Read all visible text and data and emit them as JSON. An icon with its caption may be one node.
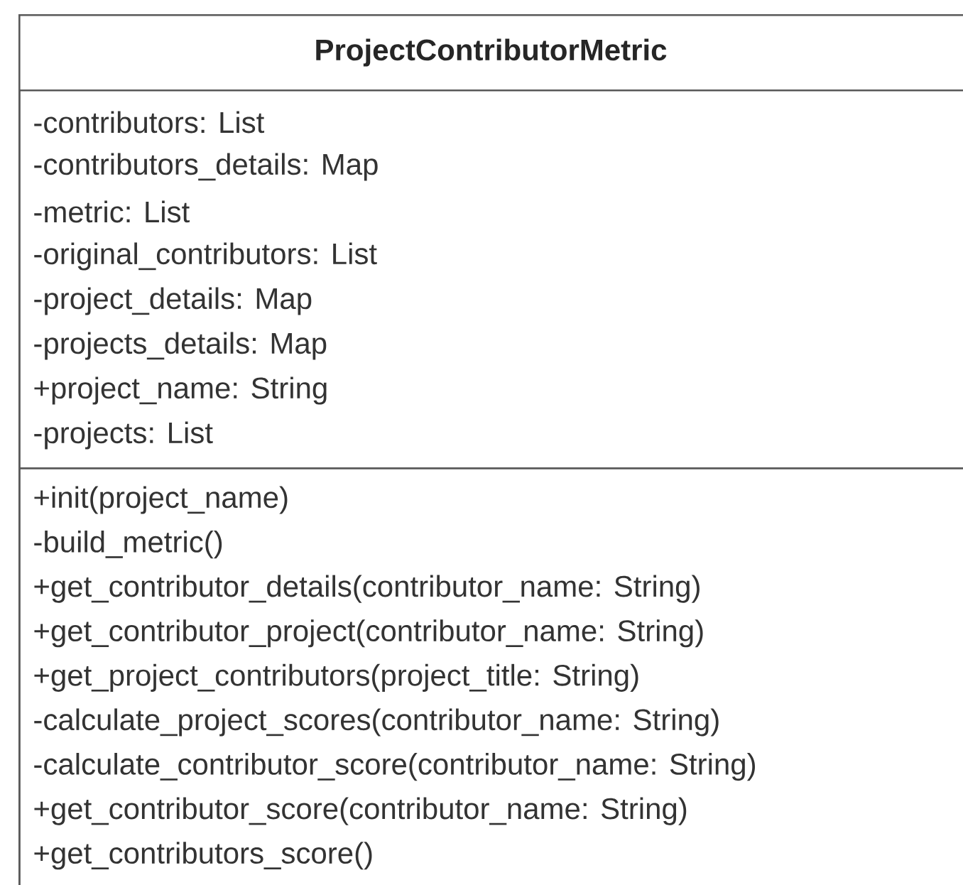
{
  "diagram": {
    "nodes": [
      {
        "text": [
          "ProjectContributorMetric"
        ]
      },
      {
        "text": [
          "-contributors: List",
          "-contributors_details: Map",
          "-metric: List",
          "-original_contributors: List",
          "-project_details: Map",
          "-projects_details: Map",
          "+project_name: String",
          "-projects: List"
        ],
        "in": 0
      },
      {
        "text": [
          "+init(project_name)",
          "-build_metric()",
          "+get_contributor_details(contributor_name: String)",
          "+get_contributor_project(contributor_name: String)",
          "+get_project_contributors(project_title: String)",
          "-calculate_project_scores(contributor_name: String)",
          "-calculate_contributor_score(contributor_name: String)",
          "+get_contributor_score(contributor_name: String)",
          "+get_contributors_score()"
        ],
        "in": 0
      }
    ]
  }
}
